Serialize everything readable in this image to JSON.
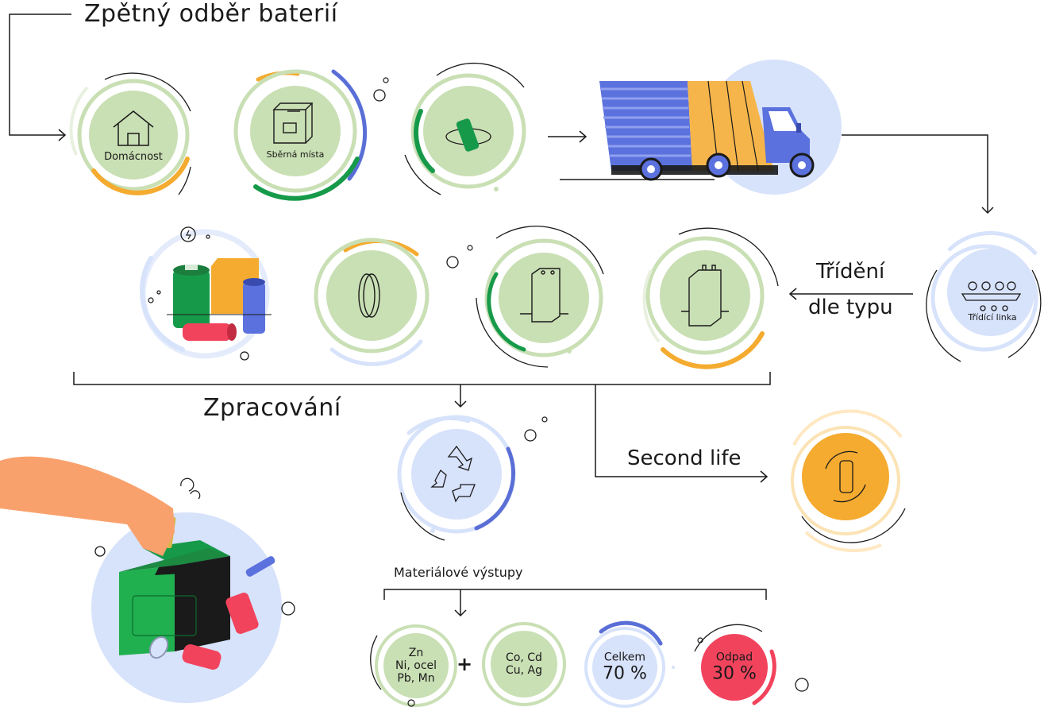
{
  "title": "Zpětný odběr baterií",
  "stages": {
    "household": "Domácnost",
    "collection_points": "Sběrná místa",
    "sorting_line": "Třídící linka",
    "sorting_by_type_line1": "Třídění",
    "sorting_by_type_line2": "dle typu",
    "processing": "Zpracování",
    "second_life": "Second life",
    "material_outputs": "Materiálové výstupy"
  },
  "outputs": {
    "group1": [
      "Zn",
      "Ni, ocel",
      "Pb, Mn"
    ],
    "plus": "+",
    "group2": [
      "Co, Cd",
      "Cu, Ag"
    ],
    "total_label": "Celkem",
    "total_value": "70 %",
    "waste_label": "Odpad",
    "waste_value": "30 %"
  },
  "colors": {
    "light_green": "#c9dfb4",
    "dark_green": "#169a4a",
    "orange": "#f4ab2f",
    "blue": "#5a6fd6",
    "light_blue": "#d7e2fb",
    "red": "#f2435d",
    "truck_body": "#5b71dd",
    "truck_cargo": "#f6b54a"
  }
}
